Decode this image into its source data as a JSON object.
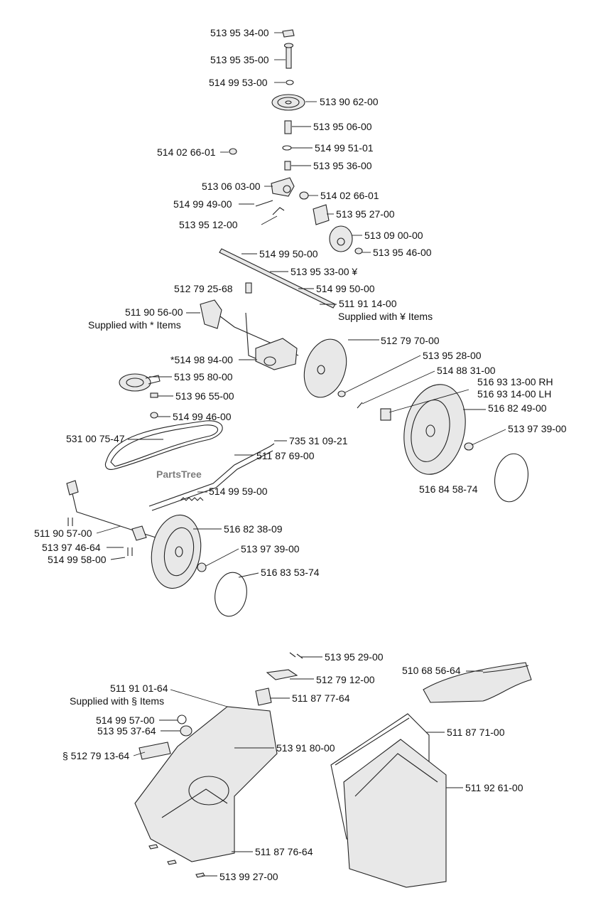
{
  "watermark": "PartsTree",
  "labels": {
    "l01": "513 95 34-00",
    "l02": "513 95 35-00",
    "l03": "514 99 53-00",
    "l04": "513 90 62-00",
    "l05": "513 95 06-00",
    "l06": "514 02 66-01",
    "l07": "514 99 51-01",
    "l08": "513 95 36-00",
    "l09": "513 06 03-00",
    "l10": "514 02 66-01",
    "l11": "514 99 49-00",
    "l12": "513 95 27-00",
    "l13": "513 95 12-00",
    "l14": "513 09 00-00",
    "l15": "513 95 46-00",
    "l16": "514 99 50-00",
    "l17": "513 95 33-00 ¥",
    "l18": "512 79 25-68",
    "l19": "514 99 50-00",
    "l20": "511 91 14-00",
    "l21": "Supplied with ¥ Items",
    "l22": "511 90 56-00",
    "l23": "Supplied with * Items",
    "l24": "512 79 70-00",
    "l25": "*514 98 94-00",
    "l26": "513 95 28-00",
    "l27": "514 88 31-00",
    "l28": "513 95 80-00",
    "l29": "516 93 13-00 RH",
    "l30": "516 93 14-00 LH",
    "l31": "513 96 55-00",
    "l32": "516 82 49-00",
    "l33": "514 99 46-00",
    "l34": "513 97 39-00",
    "l35": "531 00 75-47",
    "l36": "735 31 09-21",
    "l37": "511 87 69-00",
    "l38": "516 84 58-74",
    "l39": "514 99 59-00",
    "l40": "511 90 57-00",
    "l41": "516 82 38-09",
    "l42": "513 97 46-64",
    "l43": "513 97 39-00",
    "l44": "514 99 58-00",
    "l45": "516 83 53-74",
    "l46": "513 95 29-00",
    "l47": "512 79 12-00",
    "l48": "510 68 56-64",
    "l49": "511 91 01-64",
    "l50": "Supplied with § Items",
    "l51": "511 87 77-64",
    "l52": "514 99 57-00",
    "l53": "513 95 37-64",
    "l54": "511 87 71-00",
    "l55": "513 91 80-00",
    "l56": "§ 512 79 13-64",
    "l57": "511 92 61-00",
    "l58": "511 87 76-64",
    "l59": "513 99 27-00"
  }
}
